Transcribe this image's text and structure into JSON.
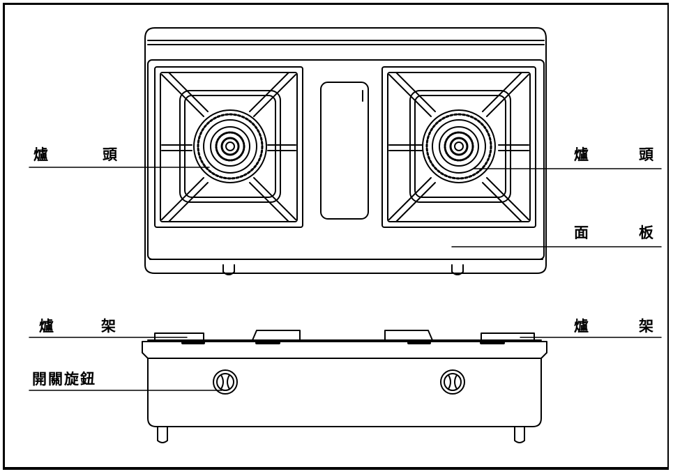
{
  "labels": {
    "burner_left": {
      "c1": "爐",
      "c2": "頭"
    },
    "burner_right": {
      "c1": "爐",
      "c2": "頭"
    },
    "panel": {
      "c1": "面",
      "c2": "板"
    },
    "grate_left": {
      "c1": "爐",
      "c2": "架"
    },
    "grate_right": {
      "c1": "爐",
      "c2": "架"
    },
    "knob": "開關旋鈕"
  }
}
